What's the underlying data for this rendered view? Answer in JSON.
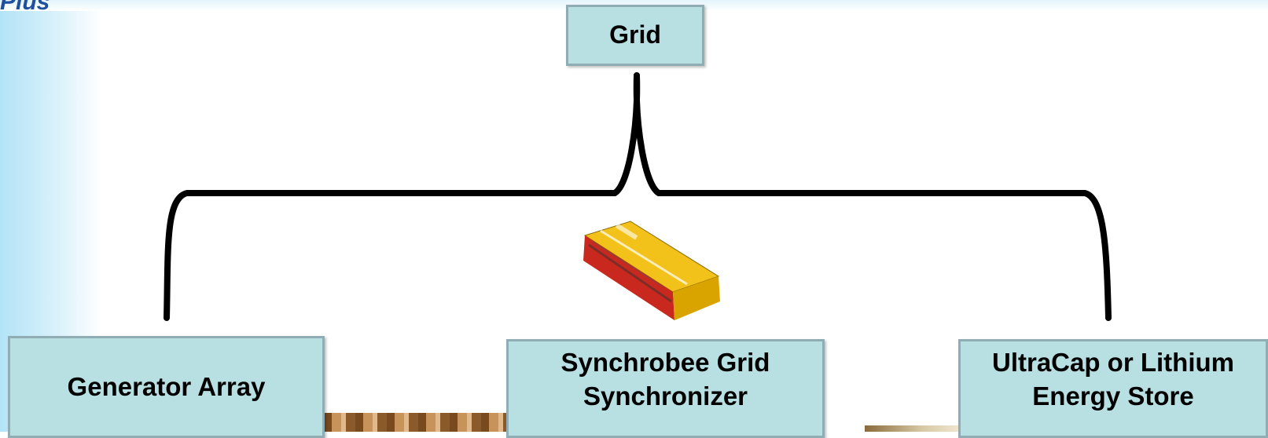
{
  "header": {
    "logo_text": "Plus"
  },
  "diagram": {
    "root": {
      "label": "Grid"
    },
    "children": [
      {
        "label": "Generator Array"
      },
      {
        "label": "Synchrobee Grid Synchronizer"
      },
      {
        "label": "UltraCap or Lithium Energy Store"
      }
    ]
  },
  "colors": {
    "box_fill": "#b8e0e3",
    "box_border": "#8fadb3",
    "connector": "#000000",
    "device_yellow": "#f2c21a",
    "device_red": "#c8281e"
  },
  "icons": [
    "synchronizer-device-icon"
  ]
}
